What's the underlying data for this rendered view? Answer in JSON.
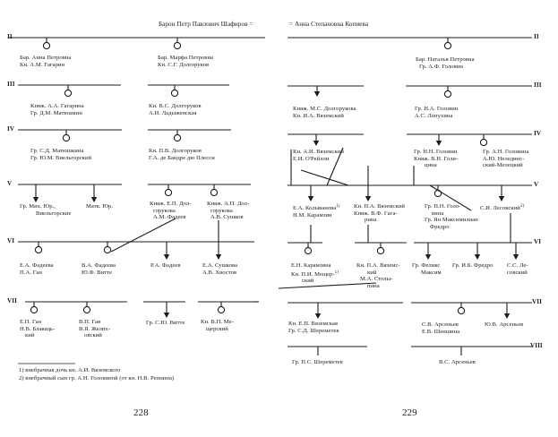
{
  "header": {
    "left": "Барон Петр Павлович Шафиров  =",
    "right": "= Анна Степановна Копиева"
  },
  "generations": {
    "g2": "II",
    "g3": "III",
    "g4": "IV",
    "g5": "V",
    "g6": "VI",
    "g7": "VII",
    "g8": "VIII"
  },
  "left_page": {
    "gen2": [
      [
        "Бар. Анна Петровна",
        "Кн. А.М. Гагарин"
      ],
      [
        "Бар. Марфа Петровна",
        "Кн. С.Г. Долгоруков"
      ]
    ],
    "gen3": [
      [
        "Княж. А.А. Гагарина",
        "Гр. Д.М. Матюшкин"
      ],
      [
        "Кн. В.С. Долгоруков",
        "А.И. Ладыженская"
      ]
    ],
    "gen4": [
      [
        "Гр. С.Д. Матюшкина",
        "Гр. Ю.М. Виельгорский"
      ],
      [
        "Кн. П.В. Долгоруков",
        "Г.А. де Бандре дю Плесси"
      ]
    ],
    "gen5": [
      [
        "Гр. Мих. Юр.,",
        "Виельгорские"
      ],
      [
        "Матв. Юр."
      ],
      [
        "Княж. Е.П. Дол-",
        "горукова",
        "А.М. Фадеев"
      ],
      [
        "Княж. А.П. Дол-",
        "горукова",
        "А.В. Сушков"
      ]
    ],
    "gen6": [
      [
        "Е.А. Фадеева",
        "П.А. Ган"
      ],
      [
        "В.А. Фадеева",
        "Ю.Ф. Витте"
      ],
      [
        "Р.А. Фадеев"
      ],
      [
        "Е.А. Сушкова",
        "А.В. Хвостов"
      ]
    ],
    "gen7": [
      [
        "Е.П. Ган",
        "Н.В. Блаваць-",
        "кий"
      ],
      [
        "В.П. Ган",
        "В.Я. Желих-",
        "овский"
      ],
      [
        "Гр. С.Ю. Витте"
      ],
      [
        "Кн. В.П. Ме-",
        "щерский"
      ]
    ],
    "footnotes": [
      "1) внебрачная дочь кн. А.И. Вяземского",
      "2) внебрачный сын гр. А.Н. Головиной (от кн. Н.В. Репнина)"
    ],
    "page_number": "228"
  },
  "right_page": {
    "gen2": [
      [
        "Бар. Наталья Петровна",
        "Гр. А.Ф. Головин"
      ]
    ],
    "gen3": [
      [
        "Княж. М.С. Долгорукова",
        "Кн. И.А. Вяземский"
      ],
      [
        "Гр. Н.А. Головин",
        "А.С. Лопухина"
      ]
    ],
    "gen4": [
      [
        "Кн. А.И. Вяземский",
        "Е.И. О'Рейлли"
      ],
      [
        "Гр. Н.Н. Головин",
        "Княж. В.Н. Голи-",
        "цина"
      ],
      [
        "Гр. А.Н. Головина",
        "А.Ю. Нелединс-",
        "ский-Мелецкий"
      ]
    ],
    "gen5": [
      [
        "Е.А. Колыванова",
        "Н.М. Карамзин"
      ],
      [
        "Кн. П.А. Вяземский",
        "Княж. В.Ф. Гага-",
        "рина"
      ],
      [
        "Гр. П.Н. Голо-",
        "вина",
        "Гр. Ян Максимилиан",
        "Фредро"
      ],
      [
        "С.И. Лесовский"
      ]
    ],
    "gen6": [
      [
        "Е.Н. Карамзина",
        "Кн. П.И. Мещер-",
        "ский"
      ],
      [
        "Кн. П.А. Вяземс-",
        "кий",
        "М.А. Столы-",
        "пина"
      ],
      [
        "Гр. Феликс",
        "Максим"
      ],
      [
        "Гр. И.Б. Фредро"
      ],
      [
        "С.С. Ле-",
        "совский"
      ]
    ],
    "gen7": [
      [
        "Кн. Е.П. Вяземская",
        "Гр. С.Д. Шереметев"
      ],
      [
        "С.В. Арсеньев",
        "Е.В. Шеншина"
      ],
      [
        "Ю.В. Арсеньев"
      ]
    ],
    "gen8": [
      [
        "Гр. П.С. Шереметев"
      ],
      [
        "В.С. Арсеньев"
      ]
    ],
    "footnote_marks": {
      "kolyvanova": "1)",
      "lesovsky": "2)",
      "meshchersky": "1)"
    },
    "page_number": "229"
  }
}
